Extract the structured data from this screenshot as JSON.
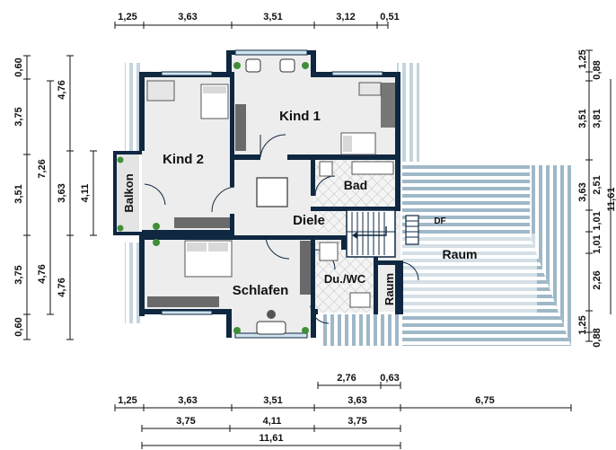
{
  "rooms": {
    "kind1": "Kind 1",
    "kind2": "Kind 2",
    "balkon": "Balkon",
    "bad": "Bad",
    "diele": "Diele",
    "df": "DF",
    "raum_large": "Raum",
    "raum_small": "Raum",
    "schlafen": "Schlafen",
    "duwc": "Du./WC"
  },
  "dims": {
    "top": [
      "1,25",
      "3,63",
      "3,51",
      "3,12",
      "0,51"
    ],
    "left_outer": [
      "0,60",
      "3,75",
      "3,51",
      "3,75",
      "0,60"
    ],
    "left_mid_a": [
      "7,26"
    ],
    "left_mid_b": [
      "4,76",
      "3,63",
      "4,76"
    ],
    "left_mid_c": [
      "4,76"
    ],
    "left_inner": [
      "4,11"
    ],
    "right_inner": [
      "1,25",
      "0,88",
      "3,81",
      "2,51",
      "1,01",
      "1,01",
      "2,26",
      "1,25",
      "0,88"
    ],
    "right_outer": [
      "3,51",
      "3,63",
      "11,61"
    ],
    "bottom_small": [
      "2,76",
      "0,63"
    ],
    "bottom_row1": [
      "1,25",
      "3,63",
      "3,51",
      "3,63",
      "6,75"
    ],
    "bottom_row2": [
      "3,75",
      "4,11",
      "3,75"
    ],
    "bottom_row3": [
      "11,61"
    ]
  }
}
